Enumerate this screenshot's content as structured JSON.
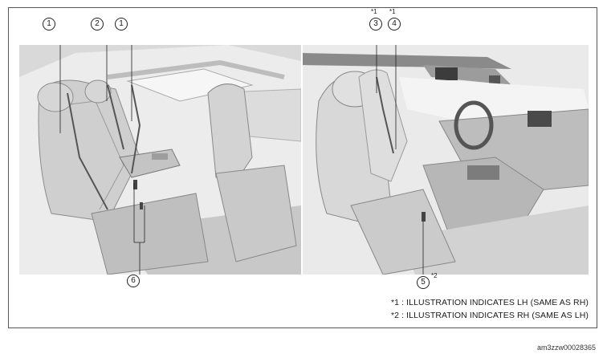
{
  "callouts": {
    "seat_belt_left_outer": "1",
    "center_belt": "2",
    "seat_belt_left_inner": "1",
    "front_belt_3": "3",
    "front_belt_4": "4",
    "front_buckle_5": "5",
    "rear_buckle_6": "6"
  },
  "markers": {
    "star_3": "*1",
    "star_4": "*1",
    "star_5": "*2"
  },
  "notes": {
    "note_1": "*1 : ILLUSTRATION INDICATES LH (SAME AS RH)",
    "note_2": "*2 : ILLUSTRATION INDICATES RH (SAME AS LH)"
  },
  "image_code": "am3zzw00028365"
}
